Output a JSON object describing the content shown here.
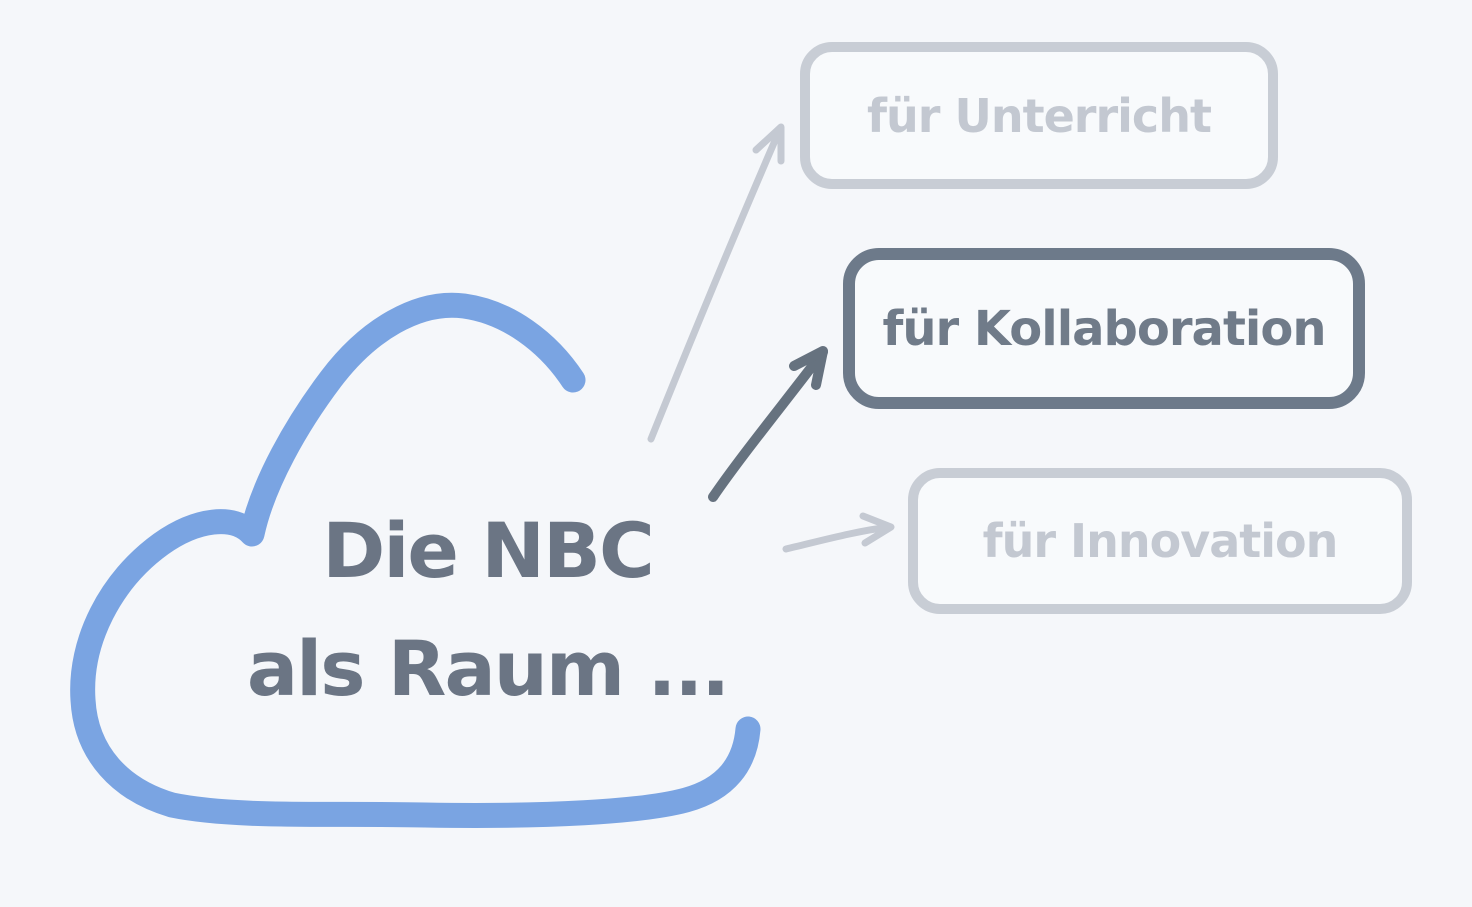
{
  "diagram": {
    "background_color": "#f5f7fa",
    "cloud": {
      "label_line1": "Die NBC",
      "label_line2": "als Raum ...",
      "stroke_color": "#7aa4e2",
      "text_color": "#6b7584"
    },
    "nodes": [
      {
        "label": "für Unterricht",
        "emphasis": "inactive",
        "border_color": "#c8cdd5",
        "text_color": "#c3c8d1"
      },
      {
        "label": "für Kollaboration",
        "emphasis": "active",
        "border_color": "#6d7a8a",
        "text_color": "#707b89"
      },
      {
        "label": "für Innovation",
        "emphasis": "inactive",
        "border_color": "#c8cdd5",
        "text_color": "#c3c8d1"
      }
    ],
    "arrows": [
      {
        "from": "cloud",
        "to": "für Unterricht",
        "emphasis": "inactive",
        "color": "#c4c9d2"
      },
      {
        "from": "cloud",
        "to": "für Kollaboration",
        "emphasis": "active",
        "color": "#66727f"
      },
      {
        "from": "cloud",
        "to": "für Innovation",
        "emphasis": "inactive",
        "color": "#c4c9d2"
      }
    ]
  }
}
